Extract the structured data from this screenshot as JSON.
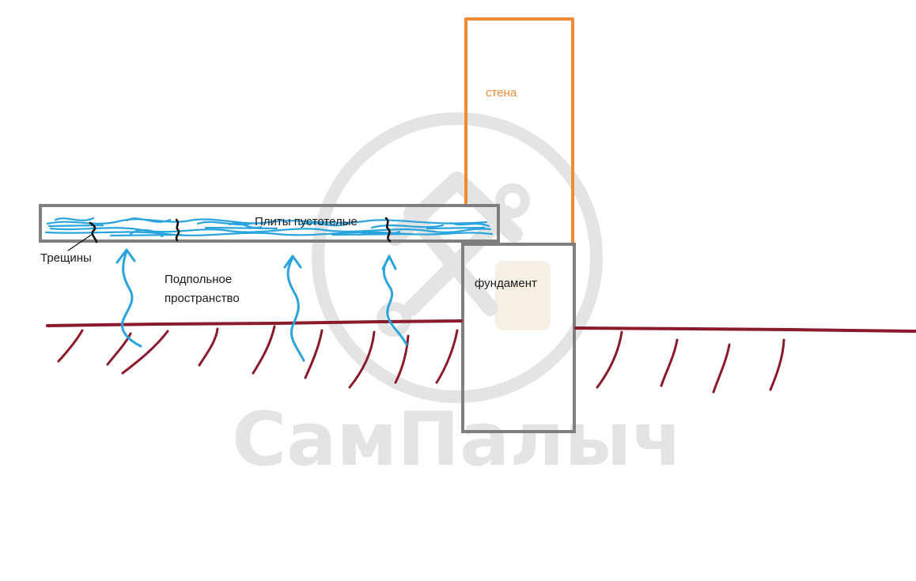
{
  "labels": {
    "wall": "стена",
    "slabs": "Плиты пустотелые",
    "cracks": "Трещины",
    "underfloor_line1": "Подпольное",
    "underfloor_line2": "пространство",
    "foundation": "фундамент"
  },
  "watermark": {
    "text": "СамПалыч"
  },
  "colors": {
    "wall": "#f28a33",
    "structure": "#7f7f7f",
    "moisture": "#2aa4dd",
    "ground": "#8b1a2b",
    "cracks": "#111111",
    "watermark": "#e4e4e4",
    "watermark_accent": "#f6efe4"
  },
  "icons": {
    "moisture_arrow": "wavy-arrow-up-icon",
    "watermark_logo": "house-tools-icon"
  }
}
